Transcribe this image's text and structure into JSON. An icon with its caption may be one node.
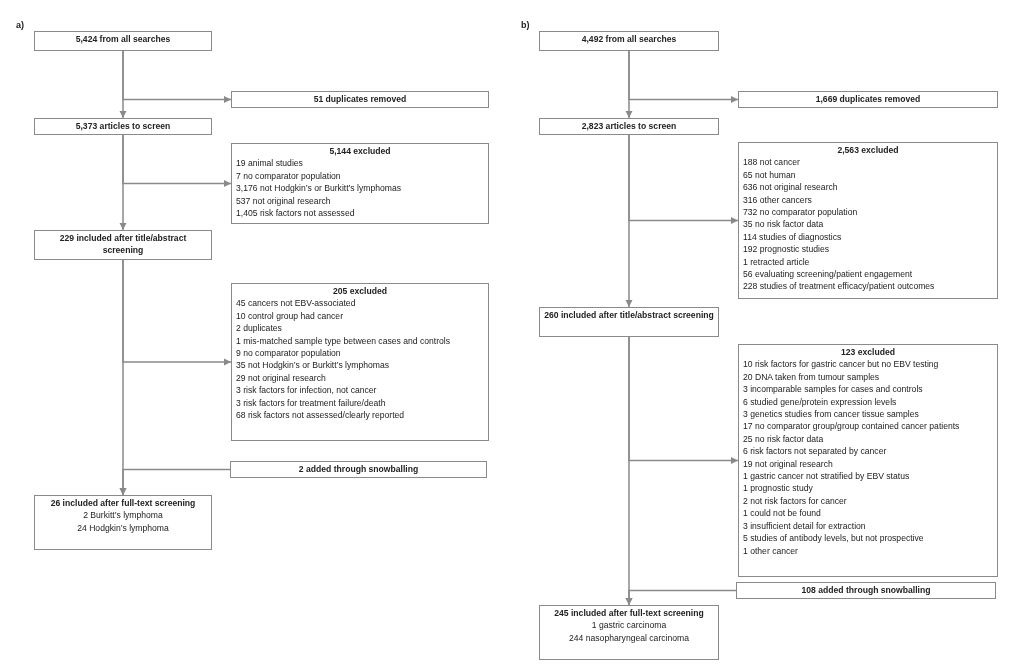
{
  "diagram": {
    "nodes": [
      {
        "text": [
          "5,424 from all searches"
        ]
      },
      {
        "text": [
          "51 duplicates removed"
        ]
      },
      {
        "text": [
          "5,373 articles to screen"
        ]
      },
      {
        "text": [
          "5,144 excluded",
          "19 animal studies",
          "7 no comparator population",
          "3,176 not Hodgkin’s or Burkitt’s lymphomas",
          "537 not original research",
          "1,405 risk factors not assessed"
        ]
      },
      {
        "text": [
          "229 included after title/abstract screening"
        ]
      },
      {
        "text": [
          "205 excluded",
          "45 cancers not EBV-associated",
          "10 control group had cancer",
          "2 duplicates",
          "1 mis-matched sample type between cases and controls",
          "9 no comparator population",
          "35 not Hodgkin’s or Burkitt’s lymphomas",
          "29 not original research",
          "3 risk factors for infection, not cancer",
          "3 risk factors for treatment failure/death",
          "68 risk factors not assessed/clearly reported"
        ]
      },
      {
        "text": [
          "2 added through snowballing"
        ]
      },
      {
        "text": [
          "26 included after full-text screening",
          "2 Burkitt’s lymphoma",
          "24 Hodgkin’s lymphoma"
        ]
      },
      {
        "text": [
          "4,492 from all searches"
        ]
      },
      {
        "text": [
          "1,669 duplicates removed"
        ]
      },
      {
        "text": [
          "2,823 articles to screen"
        ]
      },
      {
        "text": [
          "2,563 excluded",
          "188 not cancer",
          "65 not human",
          "636 not original research",
          "316 other cancers",
          "732 no comparator population",
          "35 no risk factor data",
          "114 studies of diagnostics",
          "192 prognostic studies",
          "1 retracted article",
          "56 evaluating screening/patient engagement",
          "228 studies of treatment efficacy/patient outcomes"
        ]
      },
      {
        "text": [
          "260 included after title/abstract screening"
        ]
      },
      {
        "text": [
          "123 excluded",
          "10 risk factors for gastric cancer but no EBV testing",
          "20 DNA taken from tumour samples",
          "3 incomparable samples for cases and controls",
          "6 studied gene/protein expression levels",
          "3 genetics studies from cancer tissue samples",
          "17 no comparator group/group contained cancer patients",
          "25 no risk factor data",
          "6 risk factors not separated by cancer",
          "19 not original research",
          "1 gastric cancer not stratified by EBV status",
          "1 prognostic study",
          "2 not risk factors for cancer",
          "1 could not be found",
          "3 insufficient detail for extraction",
          "5 studies of antibody levels, but not prospective",
          "1 other cancer"
        ]
      },
      {
        "text": [
          "108 added through snowballing"
        ]
      },
      {
        "text": [
          "245 included after full-text screening",
          "1 gastric carcinoma",
          "244 nasopharyngeal carcinoma"
        ]
      }
    ],
    "edges": [
      {
        "from": 0,
        "to": 2,
        "arrow": "to"
      },
      {
        "from": 0,
        "to": 1,
        "arrow": "to"
      },
      {
        "from": 2,
        "to": 4,
        "arrow": "to"
      },
      {
        "from": 2,
        "to": 3,
        "arrow": "to"
      },
      {
        "from": 4,
        "to": 7,
        "arrow": "to"
      },
      {
        "from": 4,
        "to": 5,
        "arrow": "to"
      },
      {
        "from": 6,
        "to": 7,
        "arrow": "to"
      },
      {
        "from": 8,
        "to": 10,
        "arrow": "to"
      },
      {
        "from": 8,
        "to": 9,
        "arrow": "to"
      },
      {
        "from": 10,
        "to": 12,
        "arrow": "to"
      },
      {
        "from": 10,
        "to": 11,
        "arrow": "to"
      },
      {
        "from": 12,
        "to": 15,
        "arrow": "to"
      },
      {
        "from": 12,
        "to": 13,
        "arrow": "to"
      },
      {
        "from": 14,
        "to": 15,
        "arrow": "to"
      }
    ],
    "labels": [
      "a)",
      "b)"
    ]
  }
}
